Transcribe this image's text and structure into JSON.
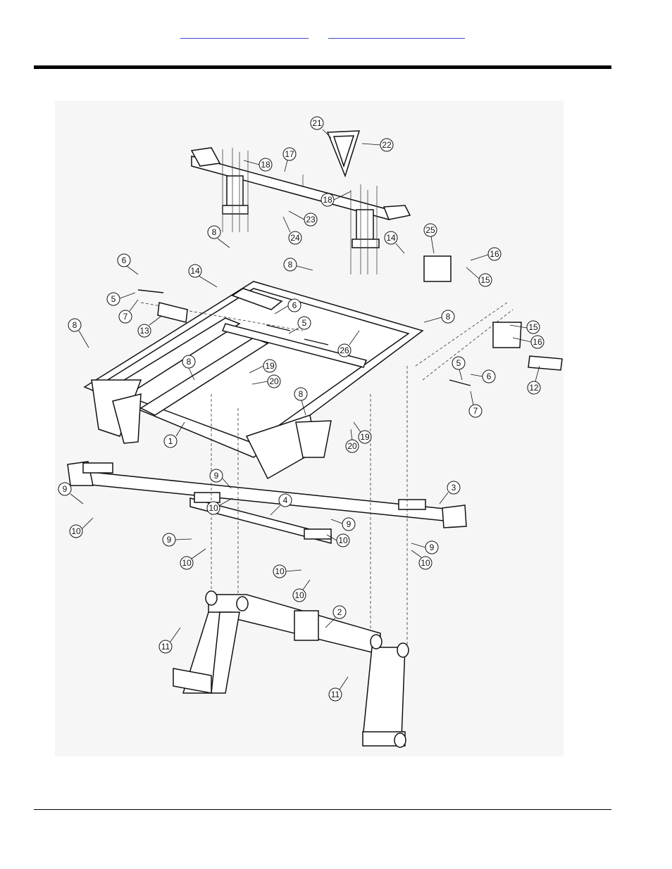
{
  "header": {
    "links": [
      {
        "label": ""
      },
      {
        "label": ""
      }
    ]
  },
  "diagram": {
    "callouts": [
      "1",
      "2",
      "3",
      "4",
      "5",
      "5",
      "5",
      "6",
      "6",
      "6",
      "7",
      "7",
      "8",
      "8",
      "8",
      "8",
      "8",
      "8",
      "9",
      "9",
      "9",
      "9",
      "9",
      "10",
      "10",
      "10",
      "10",
      "10",
      "10",
      "10",
      "11",
      "11",
      "12",
      "13",
      "14",
      "14",
      "15",
      "15",
      "16",
      "16",
      "17",
      "18",
      "18",
      "19",
      "19",
      "20",
      "20",
      "21",
      "22",
      "23",
      "24",
      "25",
      "26"
    ]
  }
}
